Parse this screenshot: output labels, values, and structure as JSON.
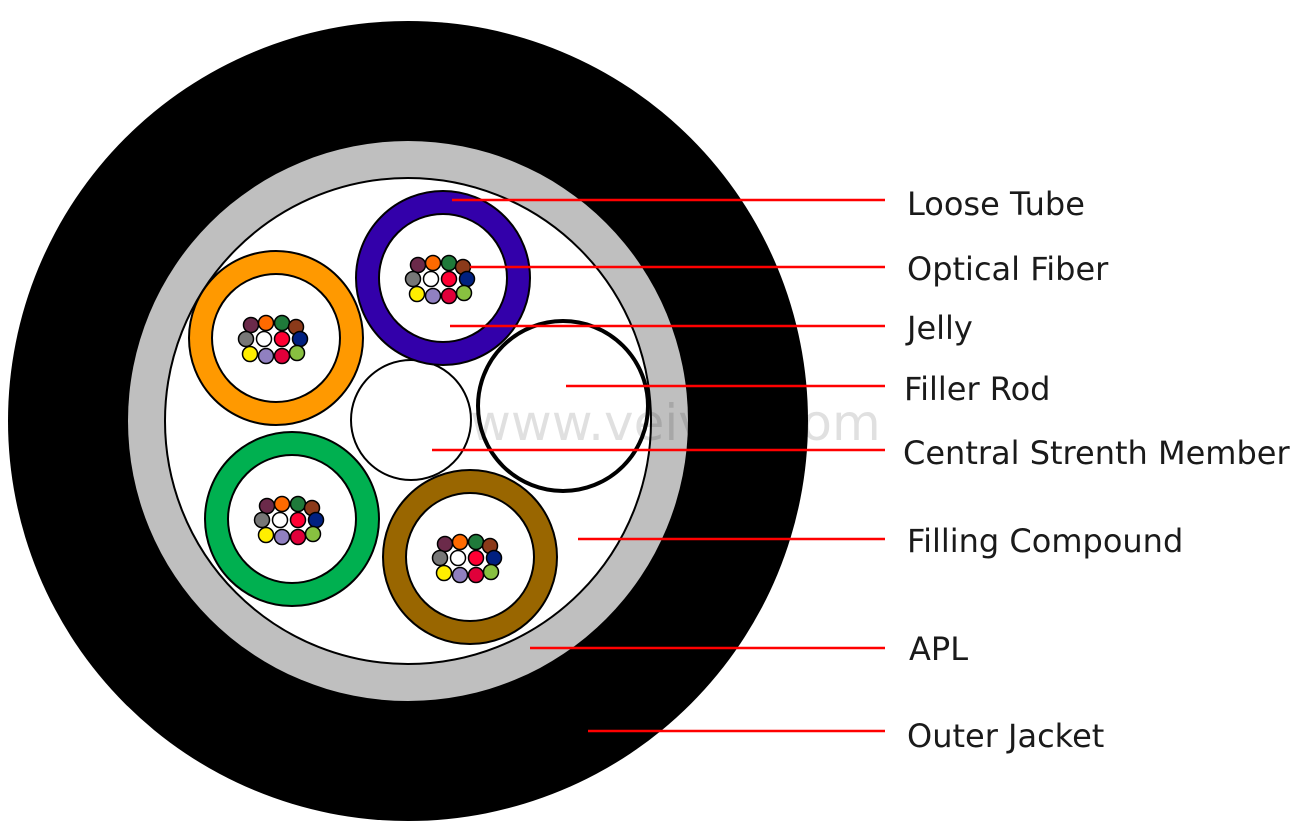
{
  "watermark": "www.veivot.com",
  "labels": [
    {
      "id": "loose-tube",
      "text": "Loose Tube"
    },
    {
      "id": "optical-fiber",
      "text": "Optical Fiber"
    },
    {
      "id": "jelly",
      "text": "Jelly"
    },
    {
      "id": "filler-rod",
      "text": "Filler Rod"
    },
    {
      "id": "central-strength-member",
      "text": "Central Strenth Member"
    },
    {
      "id": "filling-compound",
      "text": "Filling Compound"
    },
    {
      "id": "apl",
      "text": "APL"
    },
    {
      "id": "outer-jacket",
      "text": "Outer Jacket"
    }
  ],
  "colors": {
    "outer_jacket": "#000000",
    "apl": "#bfbfbf",
    "filling_compound": "#ffffff",
    "leader_line": "#ff0000",
    "tube_blue": "#3300aa",
    "tube_orange": "#ff9900",
    "tube_green": "#00b050",
    "tube_brown": "#996600",
    "fiber_colors": [
      "#6b2a4a",
      "#ff6a00",
      "#1f7a3a",
      "#8b3a1a",
      "#777777",
      "#ffffff",
      "#ff0033",
      "#002080",
      "#ffee00",
      "#9080c0",
      "#e0003a",
      "#88c040"
    ]
  }
}
